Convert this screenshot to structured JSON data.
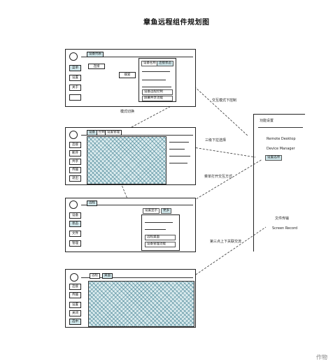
{
  "title": "章鱼远程组件规划图",
  "watermark": "作物",
  "labels": {
    "l1": "交互模式下控制",
    "l2": "模式切换",
    "l3": "三级下拉选择",
    "l4": "菜单打开交互方式",
    "l5": "第三点上下关联交流"
  },
  "mock1": {
    "tab": "设备列表",
    "input": "连接",
    "button": "搜索",
    "side": [
      "菜单",
      "设置",
      "关于"
    ],
    "dropdown": {
      "tabs": [
        "设备名称",
        "连接状态"
      ],
      "rows": [
        "设备远程控制",
        "屏幕共享功能"
      ]
    }
  },
  "mock2": {
    "tabs": [
      "设备",
      "控制",
      "设置管理"
    ],
    "side": [
      "连接",
      "断开",
      "共享",
      "传输",
      "退出"
    ],
    "panel_lines": [
      "",
      "",
      "",
      ""
    ]
  },
  "mock3": {
    "tab": "远程",
    "side": [
      "设备",
      "状态",
      "文件",
      "管理"
    ],
    "dd_tabs": [
      "设置显示",
      "更多"
    ],
    "rows": [
      "远程桌面",
      "设备管理功能"
    ]
  },
  "mock4": {
    "tabs": [
      "远程",
      "桌面"
    ],
    "side": [
      "连接",
      "传输",
      "设置",
      "关闭",
      "选中"
    ]
  },
  "right_panel": {
    "header": "功能设置",
    "items": [
      "Remote Desktop",
      "Device Manager",
      "设置选项"
    ],
    "labels": [
      "文件传输",
      "Screen Record"
    ]
  }
}
